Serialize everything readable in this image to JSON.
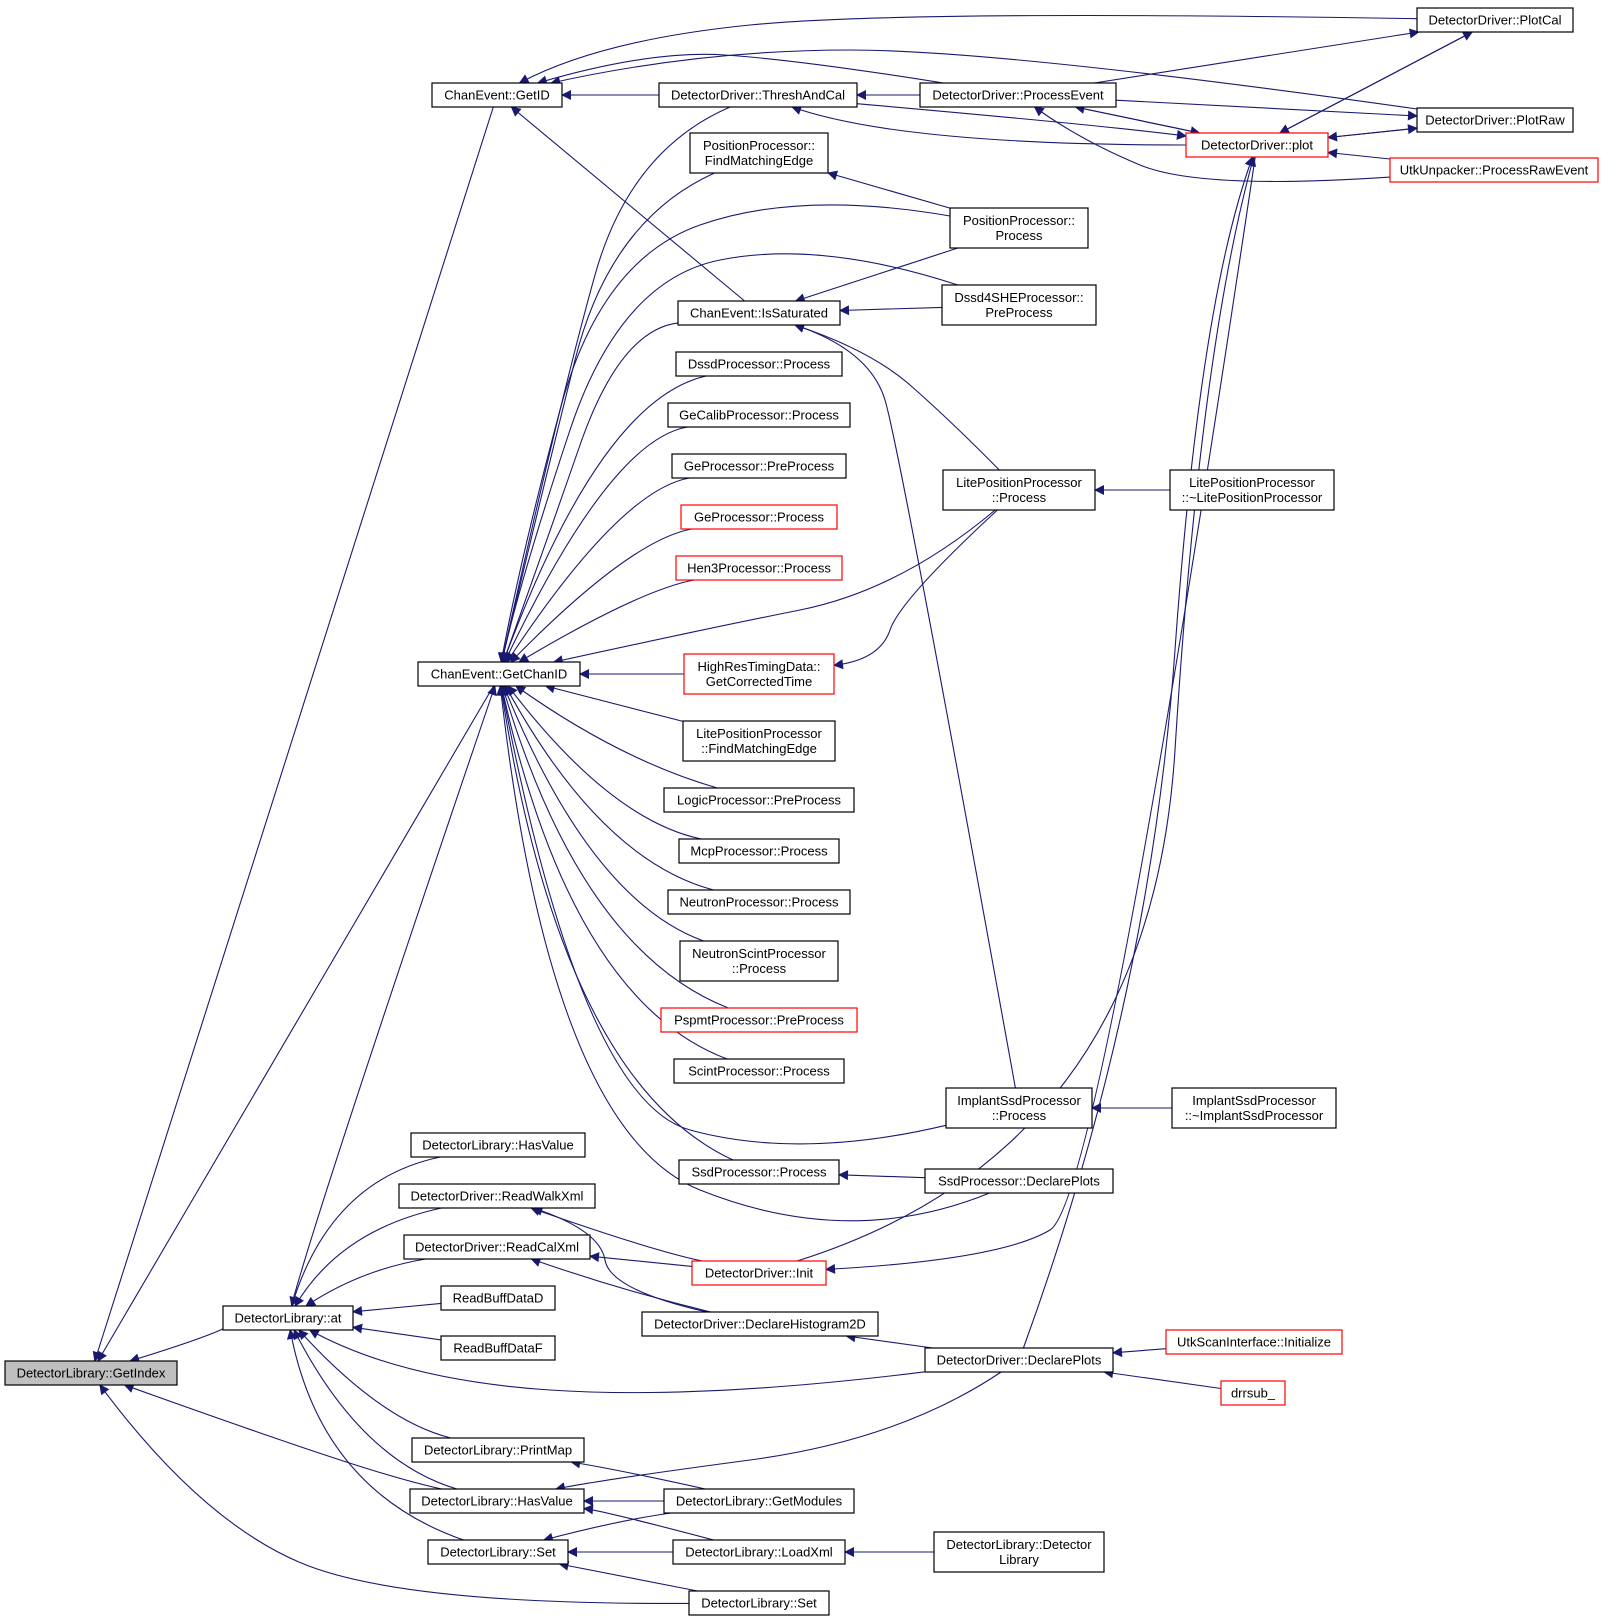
{
  "colors": {
    "edge": "#191970",
    "border": "#000000",
    "border_highlight": "#ff0000",
    "root_fill": "#bfbfbf",
    "fill": "#ffffff"
  },
  "nodes": [
    {
      "id": "getindex",
      "lines": [
        "DetectorLibrary::GetIndex"
      ],
      "style": "root"
    },
    {
      "id": "getid",
      "lines": [
        "ChanEvent::GetID"
      ]
    },
    {
      "id": "getchanid",
      "lines": [
        "ChanEvent::GetChanID"
      ]
    },
    {
      "id": "at",
      "lines": [
        "DetectorLibrary::at"
      ]
    },
    {
      "id": "hasvalue1",
      "lines": [
        "DetectorLibrary::HasValue"
      ]
    },
    {
      "id": "readwalkxml",
      "lines": [
        "DetectorDriver::ReadWalkXml"
      ]
    },
    {
      "id": "readcalxml",
      "lines": [
        "DetectorDriver::ReadCalXml"
      ]
    },
    {
      "id": "readbuffd",
      "lines": [
        "ReadBuffDataD"
      ]
    },
    {
      "id": "readbufff",
      "lines": [
        "ReadBuffDataF"
      ]
    },
    {
      "id": "printmap",
      "lines": [
        "DetectorLibrary::PrintMap"
      ]
    },
    {
      "id": "hasvalue2",
      "lines": [
        "DetectorLibrary::HasValue"
      ]
    },
    {
      "id": "set1",
      "lines": [
        "DetectorLibrary::Set"
      ]
    },
    {
      "id": "threshandcal",
      "lines": [
        "DetectorDriver::ThreshAndCal"
      ]
    },
    {
      "id": "posfindedge",
      "lines": [
        "PositionProcessor::",
        "FindMatchingEdge"
      ]
    },
    {
      "id": "issaturated",
      "lines": [
        "ChanEvent::IsSaturated"
      ]
    },
    {
      "id": "dssdproc",
      "lines": [
        "DssdProcessor::Process"
      ]
    },
    {
      "id": "gecalib",
      "lines": [
        "GeCalibProcessor::Process"
      ]
    },
    {
      "id": "gepre",
      "lines": [
        "GeProcessor::PreProcess"
      ]
    },
    {
      "id": "geproc",
      "lines": [
        "GeProcessor::Process"
      ],
      "style": "red"
    },
    {
      "id": "hen3",
      "lines": [
        "Hen3Processor::Process"
      ],
      "style": "red"
    },
    {
      "id": "hrtd",
      "lines": [
        "HighResTimingData::",
        "GetCorrectedTime"
      ],
      "style": "red"
    },
    {
      "id": "litefindedge",
      "lines": [
        "LitePositionProcessor",
        "::FindMatchingEdge"
      ]
    },
    {
      "id": "logicpre",
      "lines": [
        "LogicProcessor::PreProcess"
      ]
    },
    {
      "id": "mcpproc",
      "lines": [
        "McpProcessor::Process"
      ]
    },
    {
      "id": "neutronproc",
      "lines": [
        "NeutronProcessor::Process"
      ]
    },
    {
      "id": "neutronscint",
      "lines": [
        "NeutronScintProcessor",
        "::Process"
      ]
    },
    {
      "id": "pspmtpre",
      "lines": [
        "PspmtProcessor::PreProcess"
      ],
      "style": "red"
    },
    {
      "id": "scintproc",
      "lines": [
        "ScintProcessor::Process"
      ]
    },
    {
      "id": "ssdproc",
      "lines": [
        "SsdProcessor::Process"
      ]
    },
    {
      "id": "ddinit",
      "lines": [
        "DetectorDriver::Init"
      ],
      "style": "red"
    },
    {
      "id": "declarehist2d",
      "lines": [
        "DetectorDriver::DeclareHistogram2D"
      ]
    },
    {
      "id": "getmodules",
      "lines": [
        "DetectorLibrary::GetModules"
      ]
    },
    {
      "id": "loadxml",
      "lines": [
        "DetectorLibrary::LoadXml"
      ]
    },
    {
      "id": "set2",
      "lines": [
        "DetectorLibrary::Set"
      ]
    },
    {
      "id": "processevent",
      "lines": [
        "DetectorDriver::ProcessEvent"
      ]
    },
    {
      "id": "posproc",
      "lines": [
        "PositionProcessor::",
        "Process"
      ]
    },
    {
      "id": "dssd4she",
      "lines": [
        "Dssd4SHEProcessor::",
        "PreProcess"
      ]
    },
    {
      "id": "liteposproc",
      "lines": [
        "LitePositionProcessor",
        "::Process"
      ]
    },
    {
      "id": "implantssd",
      "lines": [
        "ImplantSsdProcessor",
        "::Process"
      ]
    },
    {
      "id": "ssddeclare",
      "lines": [
        "SsdProcessor::DeclarePlots"
      ]
    },
    {
      "id": "declareplots",
      "lines": [
        "DetectorDriver::DeclarePlots"
      ]
    },
    {
      "id": "detlibctor",
      "lines": [
        "DetectorLibrary::Detector",
        "Library"
      ]
    },
    {
      "id": "plot",
      "lines": [
        "DetectorDriver::plot"
      ],
      "style": "red"
    },
    {
      "id": "plotcal",
      "lines": [
        "DetectorDriver::PlotCal"
      ]
    },
    {
      "id": "plotraw",
      "lines": [
        "DetectorDriver::PlotRaw"
      ]
    },
    {
      "id": "utkunpacker",
      "lines": [
        "UtkUnpacker::ProcessRawEvent"
      ],
      "style": "red"
    },
    {
      "id": "litedtor",
      "lines": [
        "LitePositionProcessor",
        "::~LitePositionProcessor"
      ]
    },
    {
      "id": "implantdtor",
      "lines": [
        "ImplantSsdProcessor",
        "::~ImplantSsdProcessor"
      ]
    },
    {
      "id": "utkscaninit",
      "lines": [
        "UtkScanInterface::Initialize"
      ],
      "style": "red"
    },
    {
      "id": "drrsub",
      "lines": [
        "drrsub_"
      ],
      "style": "red"
    }
  ]
}
